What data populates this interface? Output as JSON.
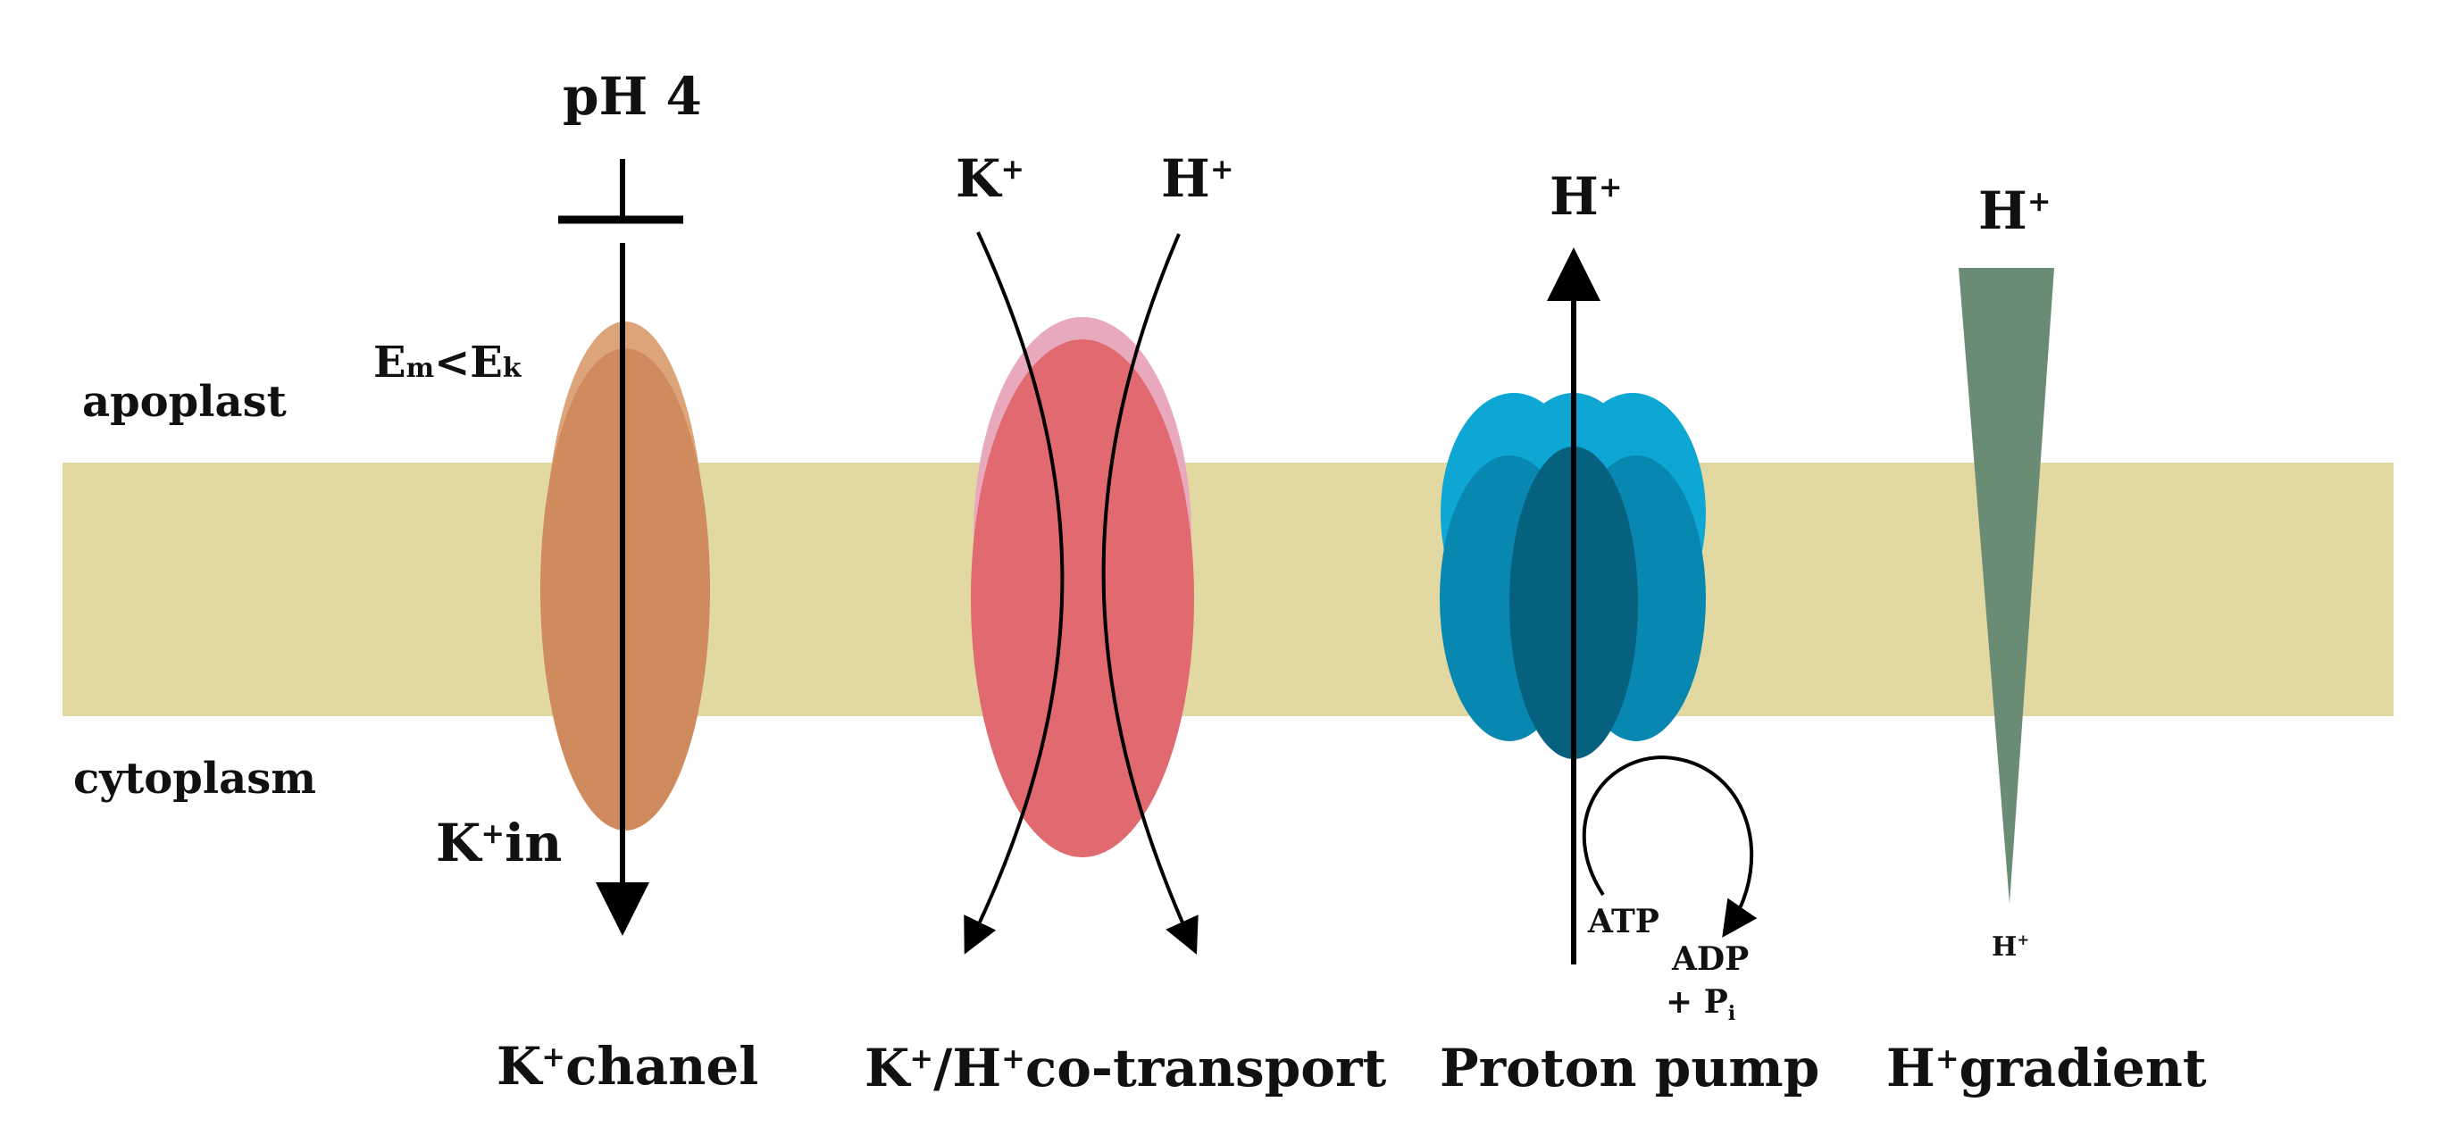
{
  "regions": {
    "apoplast": "apoplast",
    "cytoplasm": "cytoplasm"
  },
  "channel": {
    "ph_label": "pH 4",
    "potential": {
      "e1": "E",
      "s1": "m",
      "lt": "<",
      "e2": "E",
      "s2": "k"
    },
    "ion_in": {
      "k": "K",
      "plus": "+",
      "rest": "in"
    },
    "caption": {
      "k": "K",
      "plus": "+",
      "rest": "chanel"
    }
  },
  "cotransport": {
    "k_label": {
      "base": "K",
      "sup": "+"
    },
    "h_label": {
      "base": "H",
      "sup": "+"
    },
    "caption": {
      "k": "K",
      "plus1": "+",
      "mid": "/H",
      "plus2": "+",
      "rest": "co-transport"
    }
  },
  "pump": {
    "h_label": {
      "base": "H",
      "sup": "+"
    },
    "atp": "ATP",
    "adp": "ADP",
    "pi": {
      "prefix": "+ P",
      "sub": "i"
    },
    "caption": "Proton pump"
  },
  "gradient": {
    "h_top": {
      "base": "H",
      "sup": "+"
    },
    "h_bottom": {
      "base": "H",
      "sup": "+"
    },
    "caption": {
      "h": "H",
      "plus": "+",
      "rest": "gradient"
    }
  },
  "colors": {
    "membrane": "#e2d8a2",
    "channel_protein": "#cf8a5d",
    "channel_protein_light": "#dda47a",
    "cotransporter": "#e06a70",
    "cotransporter_light": "#e9a9bd",
    "pump_light": "#0ea6d2",
    "pump_mid": "#0888b0",
    "pump_dark": "#05617d",
    "gradient_wedge": "#6b8c74"
  }
}
